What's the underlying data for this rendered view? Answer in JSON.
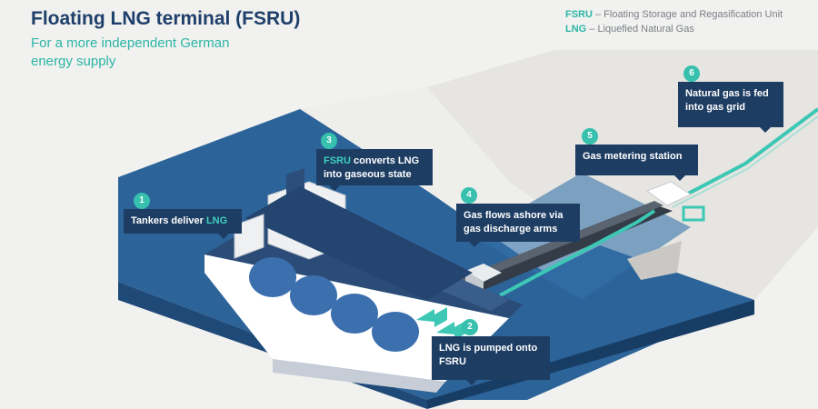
{
  "header": {
    "title": "Floating LNG terminal (FSRU)",
    "subtitle": "For a more independent German energy supply"
  },
  "legend": [
    {
      "abbr": "FSRU",
      "text": " – Floating Storage and Regasification Unit"
    },
    {
      "abbr": "LNG",
      "text": " – Liquefied Natural Gas"
    }
  ],
  "steps": [
    {
      "number": "1",
      "pre": "Tankers deliver ",
      "highlight": "LNG",
      "post": ""
    },
    {
      "number": "2",
      "pre": "LNG is pumped onto FSRU",
      "highlight": "",
      "post": ""
    },
    {
      "number": "3",
      "pre": "",
      "highlight": "FSRU",
      "post": " converts LNG into gaseous state"
    },
    {
      "number": "4",
      "pre": "Gas flows ashore via gas discharge arms",
      "highlight": "",
      "post": ""
    },
    {
      "number": "5",
      "pre": "Gas metering station",
      "highlight": "",
      "post": ""
    },
    {
      "number": "6",
      "pre": "Natural gas is fed into gas grid",
      "highlight": "",
      "post": ""
    }
  ],
  "colors": {
    "title": "#1e3f6b",
    "accent": "#2ab6a6",
    "label_bg": "#1e3d63",
    "water": "#2a5f95",
    "land": "#e7e6e2",
    "pipeline": "#3dc7b5"
  }
}
